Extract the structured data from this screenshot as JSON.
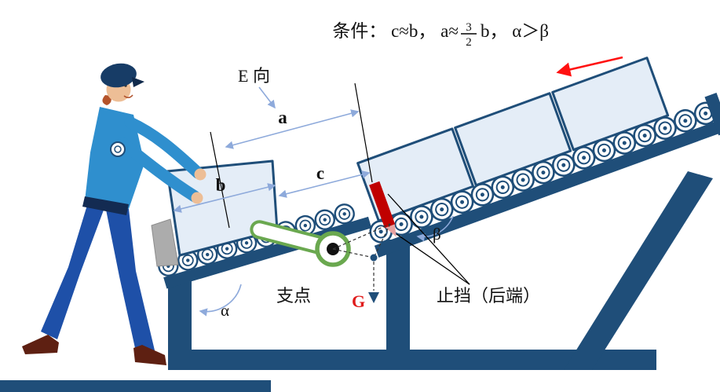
{
  "condition": {
    "prefix": "条件：  c≈b， a≈",
    "frac_num": "3",
    "frac_den": "2",
    "suffix": "b， α＞β"
  },
  "labels": {
    "e_direction": "E 向",
    "dim_a": "a",
    "dim_b": "b",
    "dim_c": "c",
    "angle_alpha": "α",
    "angle_beta": "β",
    "fulcrum": "支点",
    "gravity": "G",
    "stopper": "止挡（后端）"
  },
  "icons": {
    "flow_direction_arrow": "red left-down arrow",
    "e_view_arrow": "blue down-right arrow",
    "gravity_arrow": "filled down triangle"
  },
  "colors": {
    "frame_blue": "#1F4E79",
    "box_fill": "#E4EDF7",
    "dimension_blue": "#8EAADB",
    "stopper_red": "#C00000",
    "flow_arrow_red": "#FF1111",
    "pivot_green": "#6AA84F",
    "gravity_label_red": "#E01B1B"
  }
}
